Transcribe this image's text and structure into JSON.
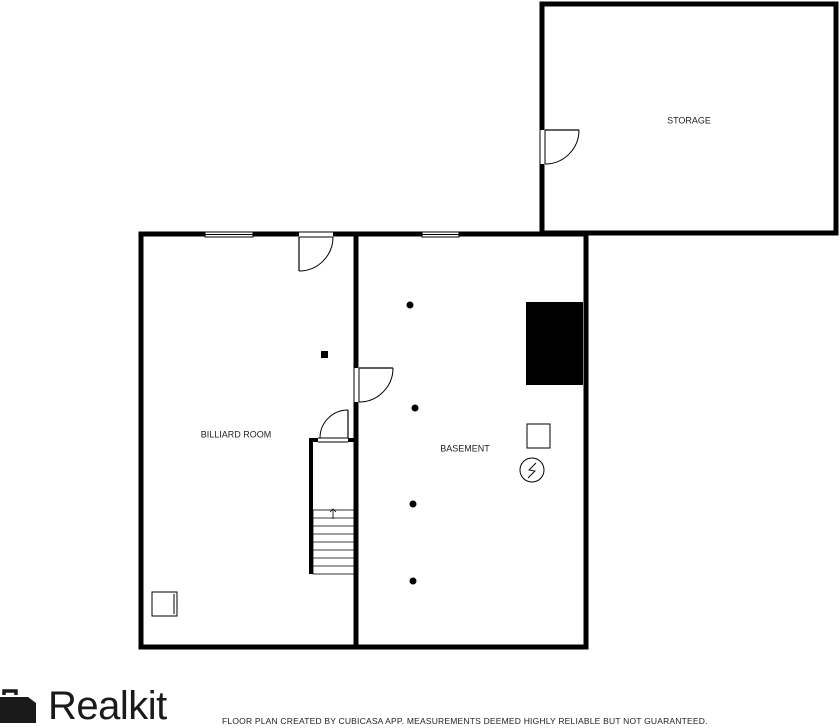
{
  "rooms": {
    "storage": "STORAGE",
    "billiard": "BILLIARD ROOM",
    "basement": "BASEMENT"
  },
  "branding": {
    "logo_text": "Realkit",
    "disclaimer": "FLOOR PLAN CREATED BY CUBICASA APP. MEASUREMENTS DEEMED HIGHLY RELIABLE BUT NOT GUARANTEED."
  },
  "icons": {
    "logo": "briefcase-icon",
    "stairs_direction": "up-arrow-icon",
    "electrical_panel": "lightning-bolt-icon"
  },
  "colors": {
    "wall": "#000000",
    "background": "#ffffff"
  }
}
